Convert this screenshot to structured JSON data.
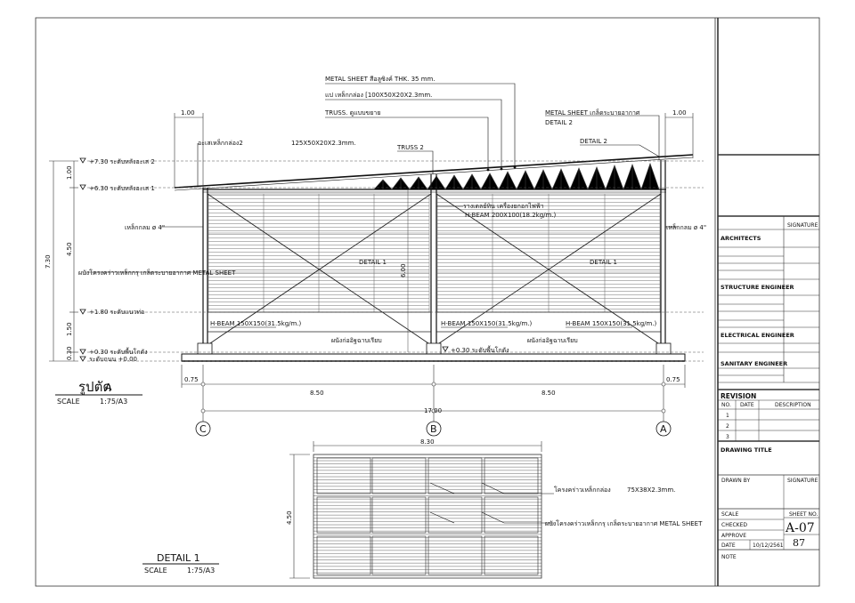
{
  "section": {
    "title": "รูปตัด",
    "title_letter": "A",
    "scale_label": "SCALE",
    "scale_value": "1:75/A3",
    "levels": [
      "+7.30 ระดับหลังอะเส 2",
      "+6.30 ระดับหลังอะเส 1",
      "+1.80 ระดับแนวท่อ",
      "+0.30 ระดับพื้นโกดัง",
      "ระดับถนน +0.00"
    ],
    "level_right": "+0.30 ระดับพื้นโกดัง",
    "vert_dims": [
      "1.00",
      "4.50",
      "1.50",
      "0.30"
    ],
    "vert_total": "7.30",
    "height_dim": "6.00",
    "top_dims": [
      "1.00",
      "1.00"
    ],
    "bottom_dims": [
      "0.75",
      "8.50",
      "8.50",
      "0.75"
    ],
    "total_dim": "17.00",
    "grid_labels": [
      "C",
      "B",
      "A"
    ],
    "callouts": {
      "metal_sheet_roof": "METAL SHEET สีอลูซิงค์ THK. 35 mm.",
      "purlin": "แป เหล็กกล่อง [100X50X20X2.3mm.",
      "truss_type": "TRUSS. ดูแบบขยาย",
      "metal_sheet_vent": "METAL SHEET เกล็ดระบายอากาศ",
      "detail2_a": "DETAIL 2",
      "detail2_b": "DETAIL 2",
      "truss2": "TRUSS 2",
      "tie_beam": "อะเสเหล็กกล่อง2",
      "tie_beam_size": "125X50X20X2.3mm.",
      "steel_pipe_l": "เหล็กกลม ø 4\"",
      "steel_pipe_r": "เหล็กกลม ø 4\"",
      "rail": "รางเดลย์ทิน เครื่องยกอกไฟฟ้า",
      "hbeam_top": "H-BEAM 200X100(18.2kg/m.)",
      "detail1_l": "DETAIL 1",
      "detail1_r": "DETAIL 1",
      "wall_note": "ผนังโครงคร่าวเหล็กกรุ เกล็ดระบายอากาศ METAL SHEET",
      "hbeam1": "H-BEAM 150X150(31.5kg/m.)",
      "hbeam2": "H-BEAM 150X150(31.5kg/m.)",
      "hbeam3": "H-BEAM 150X150(31.5kg/m.)",
      "block_wall_l": "ผนังก่ออิฐฉาบเรียบ",
      "block_wall_r": "ผนังก่ออิฐฉาบเรียบ"
    }
  },
  "detail1": {
    "title": "DETAIL 1",
    "scale_label": "SCALE",
    "scale_value": "1:75/A3",
    "width_dim": "8.30",
    "height_dim": "4.50",
    "note1": "โครงคร่าวเหล็กกล่อง",
    "note1_size": "75X38X2.3mm.",
    "note2": "ผนังโครงคร่าวเหล็กกรุ เกล็ดระบายอากาศ METAL SHEET"
  },
  "title_block": {
    "signature": "SIGNATURE",
    "architects": "ARCHITECTS",
    "structure": "STRUCTURE ENGINEER",
    "electrical": "ELECTRICAL ENGINEER",
    "sanitary": "SANITARY ENGINEER",
    "revision": "REVISION",
    "rev_cols": [
      "NO.",
      "DATE",
      "DESCRIPTION"
    ],
    "rev_rows": [
      "1",
      "2",
      "3"
    ],
    "drawing_title": "DRAWING TITLE",
    "drawn_by": "DRAWN BY",
    "signature2": "SIGNATURE",
    "scale": "SCALE",
    "checked": "CHECKED",
    "approve": "APPROVE",
    "date": "DATE",
    "date_value": "10/12/2561",
    "sheet_no_label": "SHEET NO.",
    "sheet_no": "A-07",
    "sheet_count": "87",
    "note": "NOTE"
  }
}
